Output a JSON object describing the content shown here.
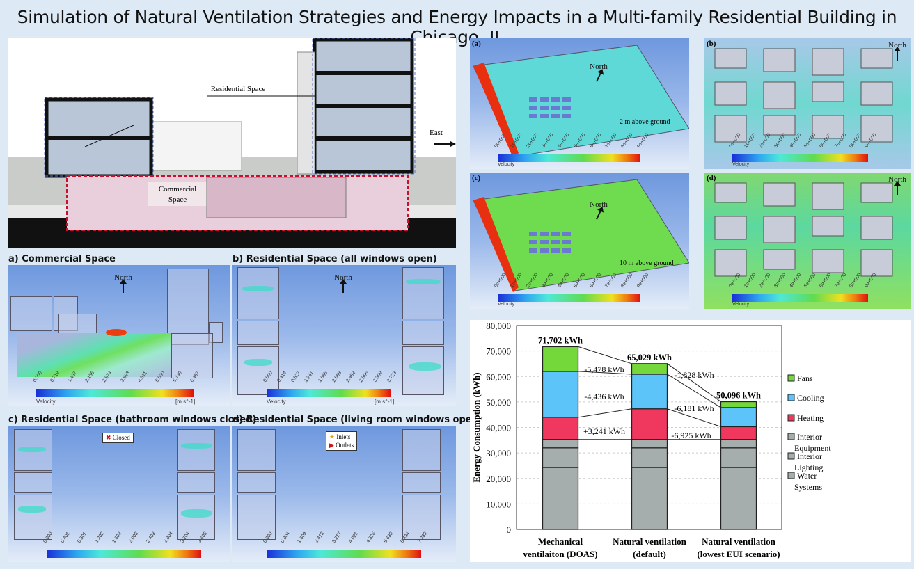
{
  "title": "Simulation of Natural Ventilation Strategies and Energy Impacts in a Multi-family Residential Building in Chicago, IL",
  "section": {
    "residential": "Residential Space",
    "commercial": "Commercial Space",
    "east": "East"
  },
  "floor_panels": [
    {
      "label": "a) Commercial Space",
      "north": "North",
      "cbar_title": "Velocity",
      "unit": "[m s^-1]",
      "ticks": [
        "0.000",
        "0.719",
        "1.437",
        "2.156",
        "2.874",
        "3.593",
        "4.311",
        "5.030",
        "5.749",
        "6.467"
      ]
    },
    {
      "label": "b) Residential Space (all windows open)",
      "north": "North",
      "cbar_title": "Velocity",
      "unit": "[m s^-1]",
      "ticks": [
        "0.000",
        "0.414",
        "0.827",
        "1.241",
        "1.655",
        "2.068",
        "2.482",
        "2.896",
        "3.309",
        "3.723"
      ]
    },
    {
      "label": "c) Residential Space (bathroom windows closed)",
      "legend": [
        "Closed"
      ],
      "ticks": [
        "0.000",
        "0.401",
        "0.801",
        "1.202",
        "1.602",
        "2.003",
        "2.403",
        "2.804",
        "3.204",
        "3.605"
      ]
    },
    {
      "label": "d) Residential Space (living room windows open)",
      "legend": [
        "Inlets",
        "Outlets"
      ],
      "ticks": [
        "0.000",
        "0.804",
        "1.609",
        "2.413",
        "3.217",
        "4.021",
        "4.826",
        "5.630",
        "6.434",
        "7.239"
      ]
    }
  ],
  "site_panels": [
    {
      "label": "(a)",
      "north": "North",
      "note": "2 m above ground",
      "cbar_title": "Velocity",
      "ticks": [
        "0e+000",
        "1e+000",
        "2e+000",
        "3e+000",
        "4e+000",
        "5e+000",
        "6e+000",
        "7e+000",
        "8e+000",
        "9e+000"
      ]
    },
    {
      "label": "(b)",
      "north": "North",
      "cbar_title": "Velocity",
      "ticks": [
        "0e+000",
        "1e+000",
        "2e+000",
        "3e+000",
        "4e+000",
        "5e+000",
        "6e+000",
        "7e+000",
        "8e+000",
        "9e+000"
      ]
    },
    {
      "label": "(c)",
      "north": "North",
      "note": "10 m above ground",
      "cbar_title": "Velocity",
      "ticks": [
        "0e+000",
        "1e+000",
        "2e+000",
        "3e+000",
        "4e+000",
        "5e+000",
        "6e+000",
        "7e+000",
        "8e+000",
        "9e+000"
      ]
    },
    {
      "label": "(d)",
      "north": "North",
      "cbar_title": "Velocity",
      "ticks": [
        "0e+000",
        "1e+000",
        "2e+000",
        "3e+000",
        "4e+000",
        "5e+000",
        "6e+000",
        "7e+000",
        "8e+000",
        "9e+000"
      ]
    }
  ],
  "chart_data": {
    "type": "bar",
    "stacked": true,
    "ylabel": "Energy Consumption (kWh)",
    "ylim": [
      0,
      80000
    ],
    "yticks": [
      "0",
      "10,000",
      "20,000",
      "30,000",
      "40,000",
      "50,000",
      "60,000",
      "70,000",
      "80,000"
    ],
    "categories": [
      [
        "Mechanical",
        "ventilaiton (DOAS)"
      ],
      [
        "Natural ventilation",
        "(default)"
      ],
      [
        "Natural ventilation",
        "(lowest EUI scenario)"
      ]
    ],
    "series": [
      {
        "name": "Water Systems",
        "legend": [
          "Water",
          "Systems"
        ],
        "color": "#a5aeac",
        "values": [
          24300,
          24300,
          24300
        ]
      },
      {
        "name": "Interior Lighting",
        "legend": [
          "Interior",
          "Lighting"
        ],
        "color": "#a5aeac",
        "values": [
          7700,
          7700,
          7700
        ]
      },
      {
        "name": "Interior Equipment",
        "legend": [
          "Interior",
          "Equipment"
        ],
        "color": "#a5aeac",
        "values": [
          3300,
          3300,
          3300
        ]
      },
      {
        "name": "Heating",
        "legend": [
          "Heating"
        ],
        "color": "#f0385f",
        "values": [
          8700,
          12000,
          5000
        ]
      },
      {
        "name": "Cooling",
        "legend": [
          "Cooling"
        ],
        "color": "#5cc4f8",
        "values": [
          18000,
          13600,
          7500
        ]
      },
      {
        "name": "Fans",
        "legend": [
          "Fans"
        ],
        "color": "#74d83a",
        "values": [
          9702,
          4129,
          2296
        ]
      }
    ],
    "totals": [
      "71,702 kWh",
      "65,029 kWh",
      "50,096 kWh"
    ],
    "annotations": [
      "-5,478 kWh",
      "-4,436 kWh",
      "+3,241 kWh",
      "-1,828 kWh",
      "-6,181 kWh",
      "-6,925 kWh"
    ],
    "legend_position": "right"
  }
}
